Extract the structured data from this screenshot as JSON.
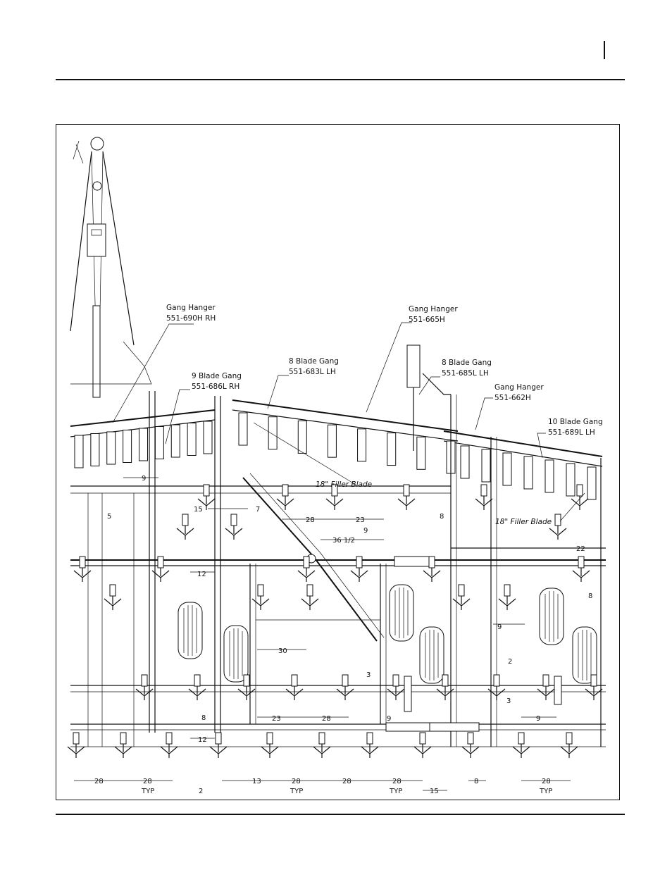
{
  "header": {
    "page_marker": ""
  },
  "labels": [
    {
      "id": "gang-hanger-rh-title",
      "text": "Gang Hanger"
    },
    {
      "id": "gang-hanger-rh-part",
      "text": "551-690H RH"
    },
    {
      "id": "gang-hanger-mid-title",
      "text": "Gang Hanger"
    },
    {
      "id": "gang-hanger-mid-part",
      "text": "551-665H"
    },
    {
      "id": "blade9-title",
      "text": "9 Blade Gang"
    },
    {
      "id": "blade9-part",
      "text": "551-686L RH"
    },
    {
      "id": "blade8a-title",
      "text": "8 Blade Gang"
    },
    {
      "id": "blade8a-part",
      "text": "551-683L LH"
    },
    {
      "id": "blade8b-title",
      "text": "8 Blade Gang"
    },
    {
      "id": "blade8b-part",
      "text": "551-685L LH"
    },
    {
      "id": "gang-hanger-right-title",
      "text": "Gang Hanger"
    },
    {
      "id": "gang-hanger-right-part",
      "text": "551-662H"
    },
    {
      "id": "blade10-title",
      "text": "10 Blade Gang"
    },
    {
      "id": "blade10-part",
      "text": "551-689L LH"
    },
    {
      "id": "filler-blade-1",
      "text": "18\" Filler Blade"
    },
    {
      "id": "filler-blade-2",
      "text": "18\" Filler Blade"
    }
  ],
  "dimensions": {
    "d9_top": "9",
    "d5half": "5",
    "d15half": "15",
    "d7_5_8": "7",
    "d28_a": "28",
    "d23_a": "23",
    "d9_b": "9",
    "d36_half": "36 1/2",
    "d8_a": "8",
    "d22": "22",
    "d12_a": "12",
    "d8_b": "8",
    "d9half": "9",
    "d30": "30",
    "d2half_a": "2",
    "d3_8_a": "3",
    "d3_8_b": "3",
    "d23_b": "23",
    "d28_b": "28",
    "d9_c": "9",
    "d9_d": "9",
    "d8half_a": "8",
    "d12_b": "12",
    "bottom_28_1": "28",
    "bottom_28_2": "28",
    "bottom_typ_1": "TYP",
    "bottom_2half": "2",
    "bottom_13half": "13",
    "bottom_28_3": "28",
    "bottom_typ_2": "TYP",
    "bottom_28_4": "28",
    "bottom_28_5": "28",
    "bottom_typ_3": "TYP",
    "bottom_15": "15",
    "bottom_8half": "8",
    "bottom_28_6": "28",
    "bottom_typ_4": "TYP"
  }
}
